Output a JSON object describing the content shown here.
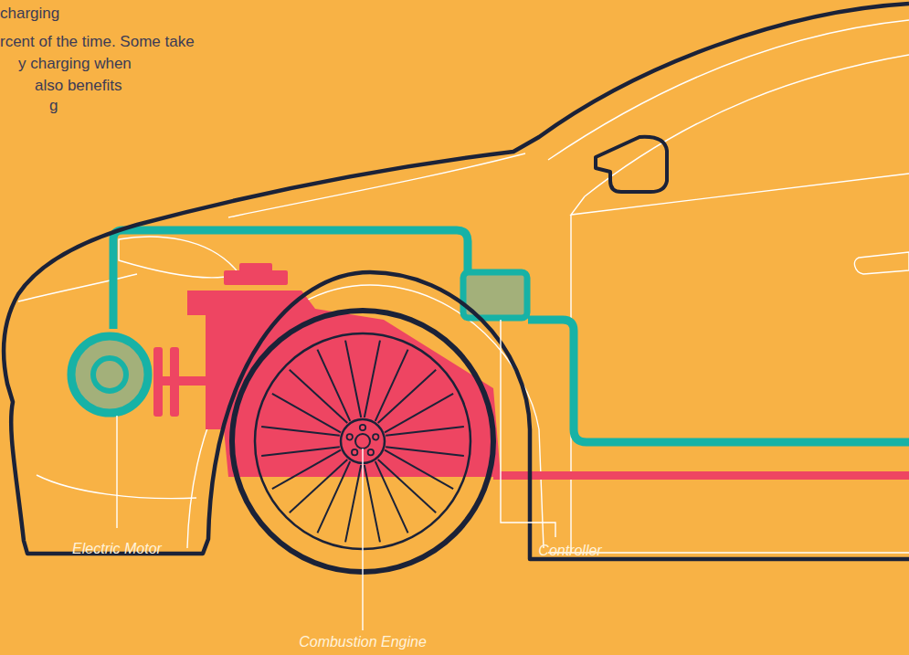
{
  "diagram": {
    "labels": [
      "charging",
      "rcent of the time. Some take",
      "y charging when",
      "also benefits",
      "g",
      "Electric Motor",
      "Controller",
      "Combustion Engine"
    ]
  }
}
